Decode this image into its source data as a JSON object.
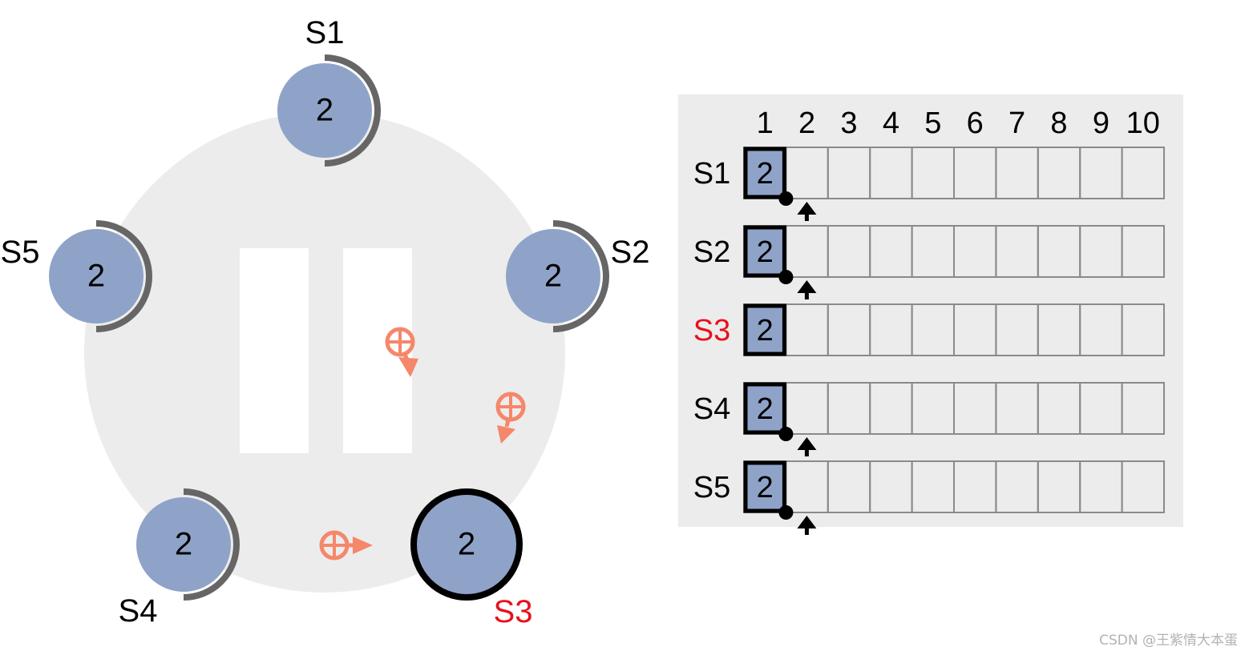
{
  "colors": {
    "cluster_bg": "#ececec",
    "node_fill": "#8fa3c9",
    "ring": "#666666",
    "leader_ring": "#000000",
    "leader_label": "#e8101c",
    "message": "#f5876a",
    "log_bg": "#ececec",
    "cell_border": "#8a8a8a"
  },
  "cluster": {
    "nodes": [
      {
        "id": "S1",
        "label": "S1",
        "term": "2",
        "leader": false,
        "timeout_fraction": 0.5
      },
      {
        "id": "S2",
        "label": "S2",
        "term": "2",
        "leader": false,
        "timeout_fraction": 0.5
      },
      {
        "id": "S3",
        "label": "S3",
        "term": "2",
        "leader": true
      },
      {
        "id": "S4",
        "label": "S4",
        "term": "2",
        "leader": false,
        "timeout_fraction": 0.5
      },
      {
        "id": "S5",
        "label": "S5",
        "term": "2",
        "leader": false,
        "timeout_fraction": 0.5
      }
    ],
    "pause_icon": "pause-icon",
    "message_icon": "heartbeat-message-icon"
  },
  "log_table": {
    "columns": [
      "1",
      "2",
      "3",
      "4",
      "5",
      "6",
      "7",
      "8",
      "9",
      "10"
    ],
    "rows": [
      {
        "server": "S1",
        "entries": [
          "2"
        ],
        "highlight": false,
        "has_commit_dot": true,
        "has_next_arrow": true
      },
      {
        "server": "S2",
        "entries": [
          "2"
        ],
        "highlight": false,
        "has_commit_dot": true,
        "has_next_arrow": true
      },
      {
        "server": "S3",
        "entries": [
          "2"
        ],
        "highlight": true,
        "has_commit_dot": false,
        "has_next_arrow": false
      },
      {
        "server": "S4",
        "entries": [
          "2"
        ],
        "highlight": false,
        "has_commit_dot": true,
        "has_next_arrow": true
      },
      {
        "server": "S5",
        "entries": [
          "2"
        ],
        "highlight": false,
        "has_commit_dot": true,
        "has_next_arrow": true
      }
    ]
  },
  "watermark": "CSDN @王紫情大本蛋"
}
